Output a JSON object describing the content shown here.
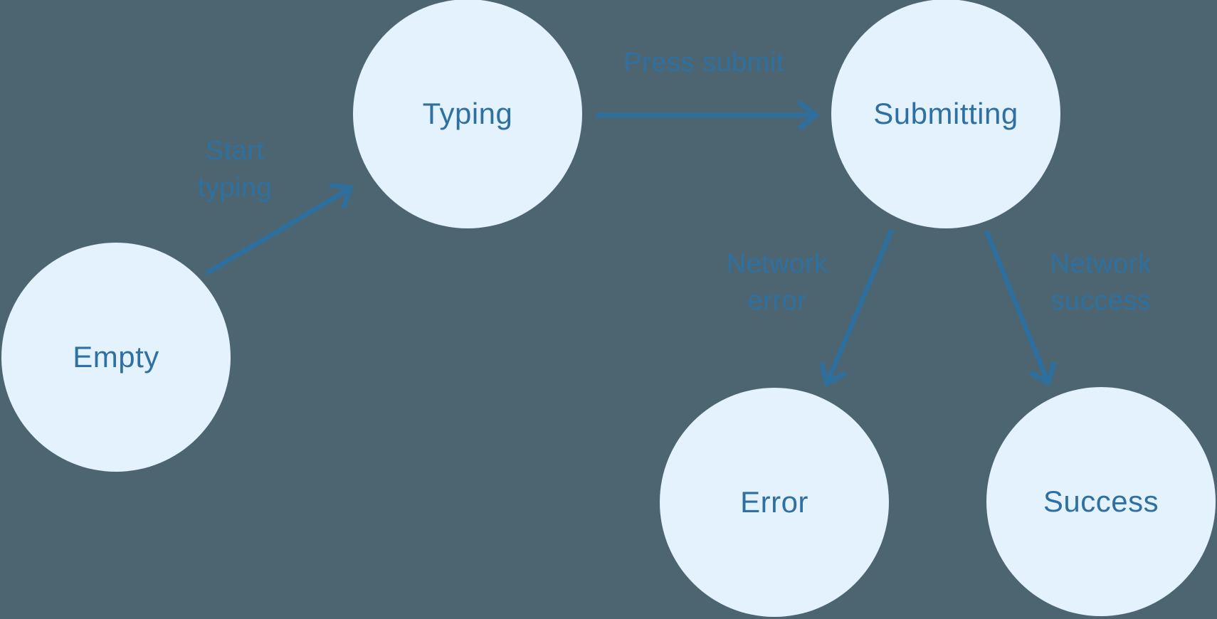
{
  "diagram": {
    "type": "state-machine",
    "states": [
      {
        "id": "empty",
        "label": "Empty"
      },
      {
        "id": "typing",
        "label": "Typing"
      },
      {
        "id": "submitting",
        "label": "Submitting"
      },
      {
        "id": "error",
        "label": "Error"
      },
      {
        "id": "success",
        "label": "Success"
      }
    ],
    "transitions": [
      {
        "from": "Empty",
        "to": "Typing",
        "label": "Start typing",
        "lines": [
          "Start",
          "typing"
        ]
      },
      {
        "from": "Typing",
        "to": "Submitting",
        "label": "Press submit",
        "lines": [
          "Press submit"
        ]
      },
      {
        "from": "Submitting",
        "to": "Error",
        "label": "Network error",
        "lines": [
          "Network",
          "error"
        ]
      },
      {
        "from": "Submitting",
        "to": "Success",
        "label": "Network success",
        "lines": [
          "Network",
          "success"
        ]
      }
    ],
    "colors": {
      "background": "#4D6570",
      "node_fill": "#E3F2FD",
      "node_text": "#2F70A3",
      "arrow": "#2E6F9E",
      "edge_label_text": "#2E71A1"
    }
  }
}
